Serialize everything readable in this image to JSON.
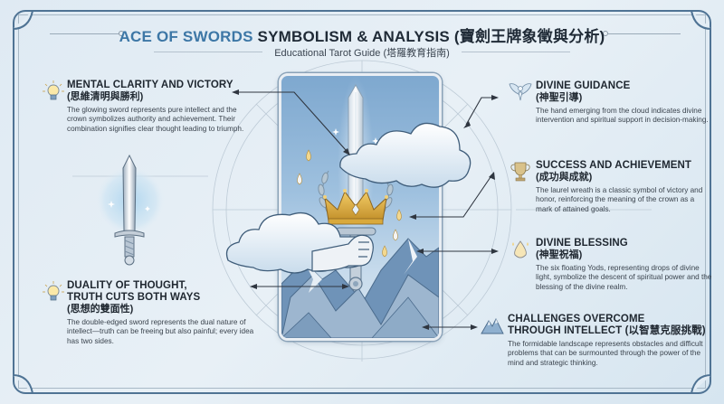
{
  "header": {
    "title_accent": "ACE OF SWORDS",
    "title_main": " SYMBOLISM & ANALYSIS (寶劍王牌象徵與分析)",
    "subtitle": "Educational Tarot Guide (塔羅教育指南)"
  },
  "colors": {
    "accent": "#3d77a6",
    "frame": "#4f7394",
    "background": "#e3edf5",
    "card_sky": "#8fb4d8",
    "crown_gold": "#d7a93c"
  },
  "sections": {
    "mental_clarity": {
      "icon": "lightbulb-icon",
      "title": "MENTAL CLARITY AND VICTORY",
      "title_cn": "(思維清明與勝利)",
      "body": "The glowing sword represents pure intellect and the crown symbolizes authority and achievement. Their combination signifies clear thought leading to triumph."
    },
    "duality": {
      "icon": "lightbulb-icon",
      "title": "DUALITY OF THOUGHT,",
      "title2": "TRUTH CUTS BOTH WAYS",
      "title_cn": "(思想的雙面性)",
      "body": "The double-edged sword represents the dual nature of intellect—truth can be freeing but also painful; every idea has two sides."
    },
    "divine_guidance": {
      "icon": "angel-wings-icon",
      "title": "DIVINE GUIDANCE",
      "title_cn": "(神聖引導)",
      "body": "The hand emerging from the cloud indicates divine intervention and spiritual support in decision-making."
    },
    "success": {
      "icon": "trophy-icon",
      "title": "SUCCESS AND ACHIEVEMENT",
      "title_cn": "(成功與成就)",
      "body": "The laurel wreath is a classic symbol of victory and honor, reinforcing the meaning of the crown as a mark of attained goals."
    },
    "divine_blessing": {
      "icon": "droplet-icon",
      "title": "DIVINE BLESSING",
      "title_cn": "(神聖祝福)",
      "body": "The six floating Yods, representing drops of divine light, symbolize the descent of spiritual power and the blessing of the divine realm."
    },
    "challenges": {
      "icon": "mountain-icon",
      "title": "CHALLENGES OVERCOME",
      "title2": "THROUGH INTELLECT (以智慧克服挑戰)",
      "body": "The formidable landscape represents obstacles and difficult problems that can be surmounted through the power of the mind and strategic thinking."
    }
  }
}
